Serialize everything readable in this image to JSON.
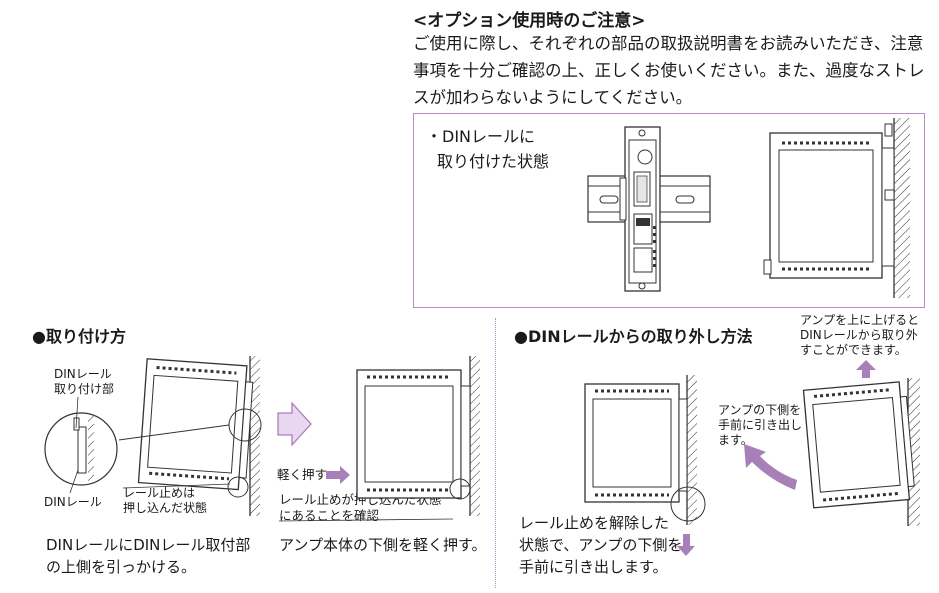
{
  "note": {
    "title": "<オプション使用時のご注意>",
    "body": "ご使用に際し、それぞれの部品の取扱説明書をお読みいただき、注意事項を十分ご確認の上、正しくお使いください。また、過度なストレスが加わらないようにしてください。"
  },
  "din_state": {
    "line1": "・DINレールに",
    "line2": "取り付けた状態"
  },
  "install": {
    "heading": "●取り付け方",
    "label_mount_1": "DINレール",
    "label_mount_2": "取り付け部",
    "label_rail": "DINレール",
    "label_stopper_1": "レール止めは",
    "label_stopper_2": "押し込んだ状態",
    "caption1_1": "DINレールにDINレール取付部",
    "caption1_2": "の上側を引っかける。",
    "push_label": "軽く押す",
    "confirm_1": "レール止めが押し込んだ状態",
    "confirm_2": "にあることを確認",
    "caption2": "アンプ本体の下側を軽く押す。"
  },
  "remove": {
    "heading": "●DINレールからの取り外し方法",
    "lift_1": "アンプを上に上げると",
    "lift_2": "DINレールから取り外",
    "lift_3": "すことができます。",
    "pull_1": "アンプの下側を",
    "pull_2": "手前に引き出し",
    "pull_3": "ます。",
    "release_1": "レール止めを解除した",
    "release_2": "状態で、アンプの下側を",
    "release_3": "手前に引き出します。"
  },
  "colors": {
    "accent": "#b58cc4",
    "arrow": "#a77fb9",
    "ink": "#1a1a1a"
  }
}
